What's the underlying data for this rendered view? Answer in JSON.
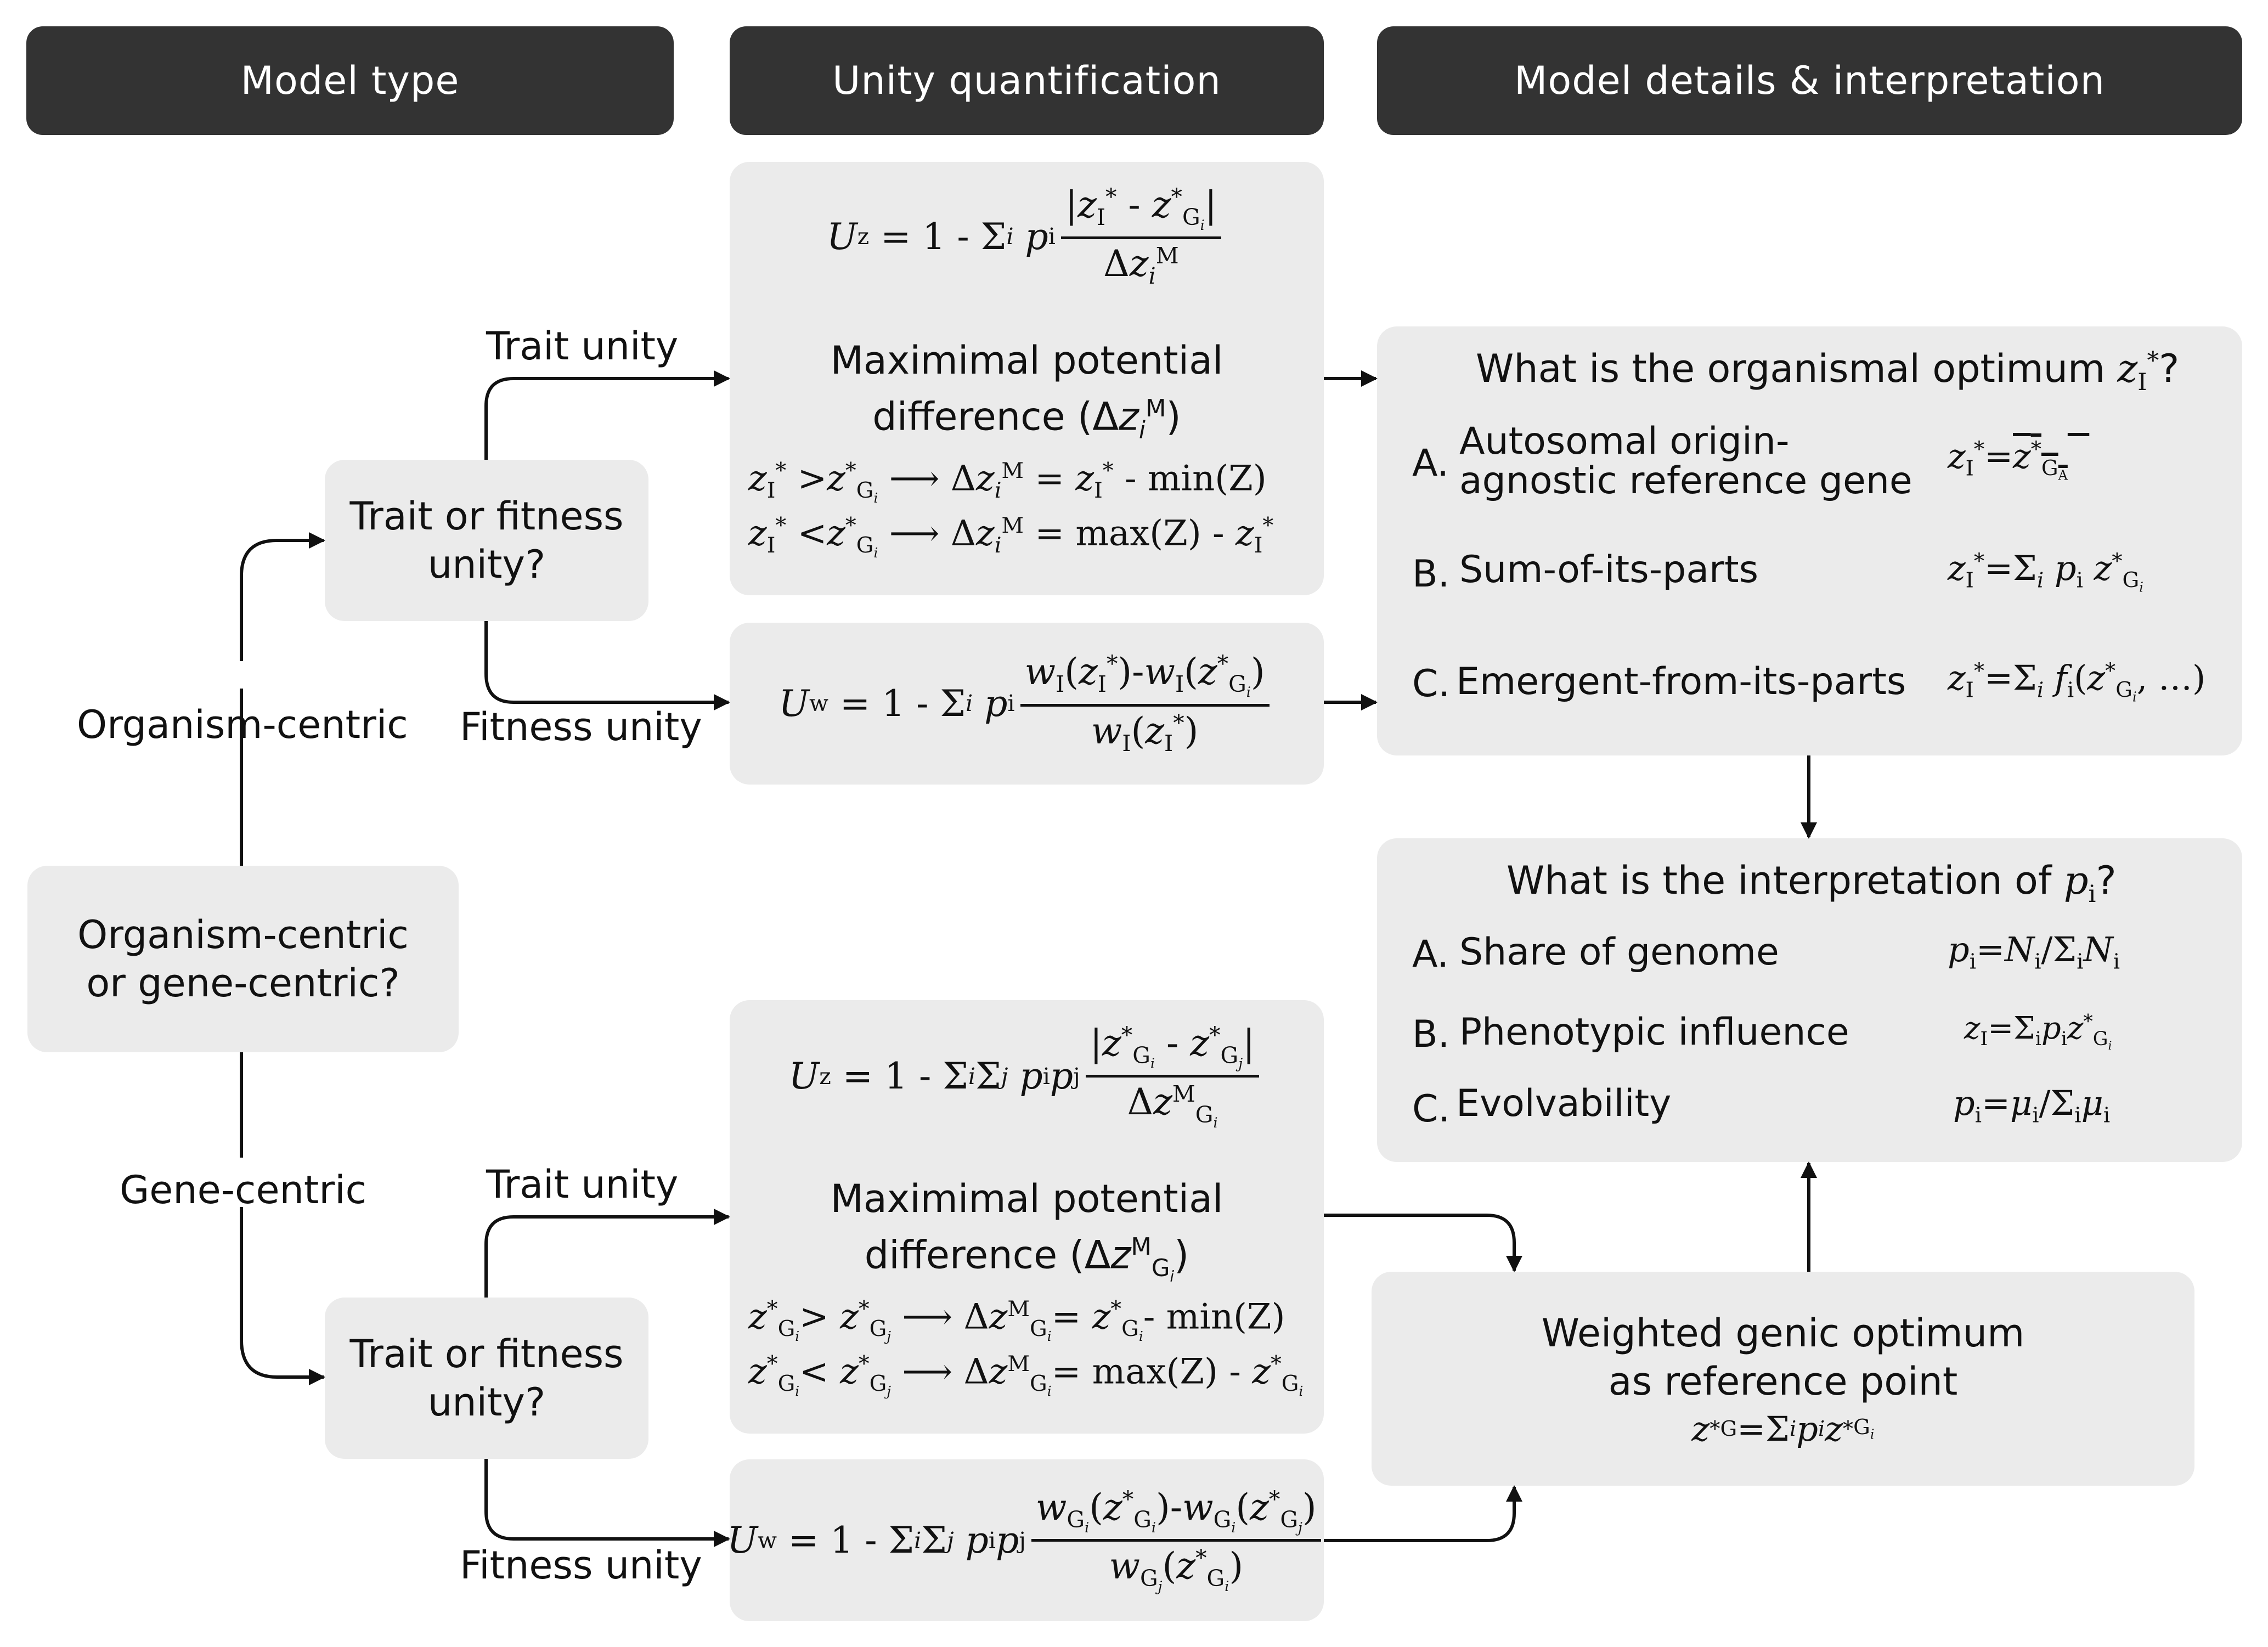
{
  "headers": {
    "model_type": "Model type",
    "unity_quantification": "Unity quantification",
    "model_details": "Model details & interpretation"
  },
  "left": {
    "root_question": "Organism-centric or gene-centric?",
    "branch_organism": "Organism-centric",
    "branch_gene": "Gene-centric",
    "trait_or_fitness_top": "Trait or fitness unity?",
    "trait_or_fitness_bottom": "Trait or fitness unity?",
    "trait_unity_top": "Trait unity",
    "fitness_unity_top": "Fitness unity",
    "trait_unity_bottom": "Trait unity",
    "fitness_unity_bottom": "Fitness unity"
  },
  "unity": {
    "maximal_potential_difference": "Maximimal potential difference",
    "min_label": "min(Z)",
    "max_label": "max(Z)"
  },
  "organismal_optimum": {
    "question": "What is the organismal optimum",
    "options": [
      {
        "letter": "A.",
        "text_line1": "Autosomal origin-",
        "text_line2": "agnostic reference gene"
      },
      {
        "letter": "B.",
        "text": "Sum-of-its-parts"
      },
      {
        "letter": "C.",
        "text": "Emergent-from-its-parts"
      }
    ]
  },
  "interpretation": {
    "question": "What is the interpretation of",
    "options": [
      {
        "letter": "A.",
        "text": "Share of genome"
      },
      {
        "letter": "B.",
        "text": "Phenotypic influence"
      },
      {
        "letter": "C.",
        "text": "Evolvability"
      }
    ]
  },
  "weighted": {
    "line1": "Weighted genic optimum",
    "line2": "as reference point"
  },
  "colors": {
    "header_bg": "#333333",
    "box_bg": "#ebebeb",
    "arrow": "#111111"
  }
}
